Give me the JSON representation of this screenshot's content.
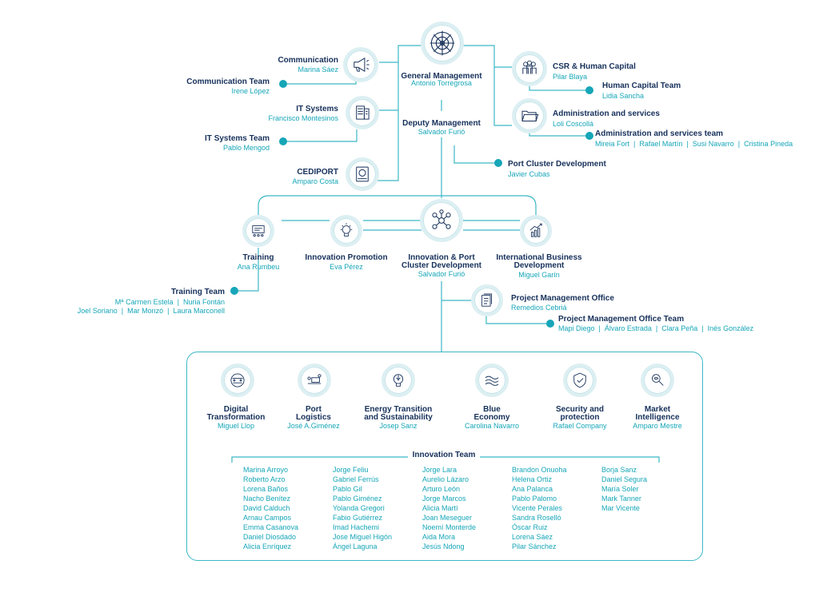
{
  "general": {
    "title": "General Management",
    "name": "Antonio Torregrosa",
    "icon": "compass-rose-icon"
  },
  "deputy": {
    "title": "Deputy Management",
    "name": "Salvador Furió"
  },
  "communication": {
    "title": "Communication",
    "name": "Marina Sáez",
    "icon": "megaphone-icon"
  },
  "communication_team": {
    "title": "Communication Team",
    "name": "Irene López"
  },
  "it_systems": {
    "title": "IT Systems",
    "name": "Francisco Montesinos",
    "icon": "server-icon"
  },
  "it_team": {
    "title": "IT Systems Team",
    "name": "Pablo Mengod"
  },
  "cediport": {
    "title": "CEDIPORT",
    "name": "Amparo Costa",
    "icon": "book-icon"
  },
  "csr": {
    "title": "CSR & Human Capital",
    "name": "Pilar Blaya",
    "icon": "people-icon"
  },
  "hc_team": {
    "title": "Human Capital Team",
    "name": "Lidia Sancha"
  },
  "admin": {
    "title": "Administration and services",
    "name": "Loli Coscollá",
    "icon": "folder-icon"
  },
  "admin_team": {
    "title": "Administration and services team",
    "members": "Mireia Fort  |  Rafael Martín  |  Susi Navarro  |  Cristina Pineda"
  },
  "port_cluster": {
    "title": "Port Cluster Development",
    "name": "Javier Cubas"
  },
  "training": {
    "title": "Training",
    "name": "Ana Rumbeu",
    "icon": "classroom-icon"
  },
  "innovation_promotion": {
    "title": "Innovation Promotion",
    "name": "Eva Pérez",
    "icon": "lightbulb-icon"
  },
  "ipcd": {
    "title_line1": "Innovation & Port",
    "title_line2": "Cluster Development",
    "name": "Salvador Furió",
    "icon": "network-icon"
  },
  "ibd": {
    "title_line1": "International Business",
    "title_line2": "Development",
    "name": "Miguel Garín",
    "icon": "growth-chart-icon"
  },
  "training_team": {
    "title": "Training Team",
    "line1": "Mª Carmen Estela  |  Nuria Fontán",
    "line2": "Joel Soriano  |  Mar Monzó  |  Laura Marconell"
  },
  "pmo": {
    "title": "Project Management Office",
    "name": "Remedios Cebriá",
    "icon": "documents-icon"
  },
  "pmo_team": {
    "title": "Project Management Office Team",
    "members": "Mapi Diego  |  Álvaro Estrada  |  Clara Peña  |  Inés González"
  },
  "areas": [
    {
      "title_line1": "Digital",
      "title_line2": "Transformation",
      "name": "Miguel Llop",
      "icon": "digital-icon"
    },
    {
      "title_line1": "Port",
      "title_line2": "Logistics",
      "name": "José A.Giménez",
      "icon": "logistics-icon"
    },
    {
      "title_line1": "Energy Transition",
      "title_line2": "and Sustainability",
      "name": "Josep Sanz",
      "icon": "energy-bulb-icon"
    },
    {
      "title_line1": "Blue",
      "title_line2": "Economy",
      "name": "Carolina Navarro",
      "icon": "waves-icon"
    },
    {
      "title_line1": "Security and",
      "title_line2": "protection",
      "name": "Rafael Company",
      "icon": "shield-icon"
    },
    {
      "title_line1": "Market",
      "title_line2": "Intelligence",
      "name": "Amparo Mestre",
      "icon": "magnifier-icon"
    }
  ],
  "innovation_team": {
    "title": "Innovation Team",
    "columns": [
      [
        "Marina Arroyo",
        "Roberto Arzo",
        "Lorena Baños",
        "Nacho Benítez",
        "David Calduch",
        "Arnau Campos",
        "Emma Casanova",
        "Daniel Diosdado",
        "Alicia Enríquez"
      ],
      [
        "Jorge Feliu",
        "Gabriel Ferrús",
        "Pablo Gil",
        "Pablo Giménez",
        "Yolanda Gregori",
        "Fabio Gutiérrez",
        "Imad Hachemi",
        "Jose Miguel Higón",
        "Ángel Laguna"
      ],
      [
        "Jorge Lara",
        "Aurelio Lázaro",
        "Arturo León",
        "Jorge Marcos",
        "Alicia Martí",
        "Joan Meseguer",
        "Noemí Monterde",
        "Aida Mora",
        "Jesús Ndong"
      ],
      [
        "Brandon Onuoha",
        "Helena Ortiz",
        "Ana Palanca",
        "Pablo Palomo",
        "Vicente Perales",
        "Sandra Roselló",
        "Óscar Ruiz",
        "Lorena Sáez",
        "Pilar Sánchez"
      ],
      [
        "Borja Sanz",
        "Daniel Segura",
        "María Soler",
        "Mark Tanner",
        "Mar Vicente"
      ]
    ]
  },
  "colors": {
    "navy": "#16305a",
    "teal": "#16a6b8",
    "line": "#3cb7c6",
    "ring": "#dceff2"
  }
}
